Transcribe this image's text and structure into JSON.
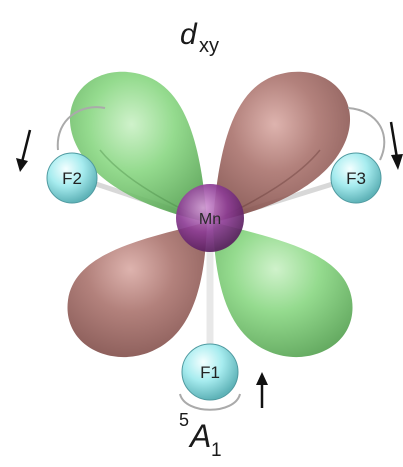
{
  "title": {
    "base": "d",
    "subscript": "xy"
  },
  "state": {
    "superscript": "5",
    "base": "A",
    "subscript": "1"
  },
  "atoms": {
    "center": "Mn",
    "f1": "F1",
    "f2": "F2",
    "f3": "F3"
  },
  "colors": {
    "positive_lobe": "#7ecb7a",
    "negative_lobe": "#a56b66",
    "manganese": "#8a3a92",
    "fluorine": "#a8eef0",
    "arrow": "#111111"
  }
}
